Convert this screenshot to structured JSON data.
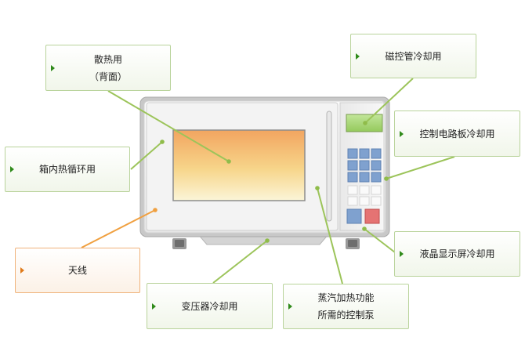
{
  "labels": {
    "heat_dissipation": "散热用\n（背面）",
    "magnetron_cooling": "磁控管冷却用",
    "cavity_circulation": "箱内热循环用",
    "board_cooling": "控制电路板冷却用",
    "antenna": "天线",
    "lcd_cooling": "液晶显示屏冷却用",
    "transformer_cooling": "变压器冷却用",
    "steam_pump": "蒸汽加热功能\n所需的控制泵"
  },
  "colors": {
    "green_line": "#9cc45a",
    "orange_line": "#f0a040",
    "green_arrow": "#2f8a1a",
    "orange_arrow": "#e07a1a",
    "key_blue": "#7fa1cf",
    "key_red": "#e57373",
    "display_green": "#a6d56a"
  }
}
